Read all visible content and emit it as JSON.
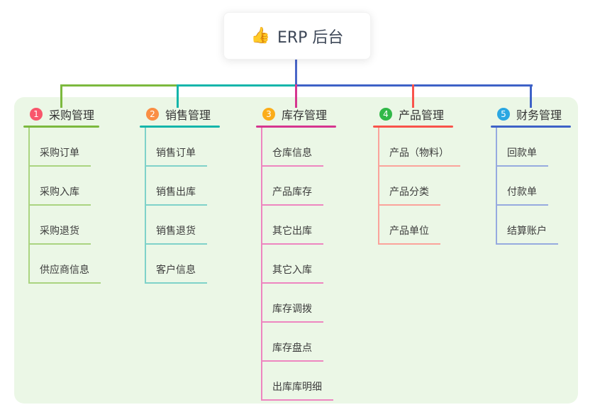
{
  "root": {
    "icon": "👍",
    "title": "ERP 后台"
  },
  "connector_color": "#4a66c8",
  "panel_bg": "#ebf7e6",
  "branches": [
    {
      "num": "1",
      "title": "采购管理",
      "colors": {
        "badge": "#f8566c",
        "main": "#7cb93e",
        "light": "#aad480"
      },
      "children": [
        "采购订单",
        "采购入库",
        "采购退货",
        "供应商信息"
      ]
    },
    {
      "num": "2",
      "title": "销售管理",
      "colors": {
        "badge": "#fa8e44",
        "main": "#13b5aa",
        "light": "#7fd2c9"
      },
      "children": [
        "销售订单",
        "销售出库",
        "销售退货",
        "客户信息"
      ]
    },
    {
      "num": "3",
      "title": "库存管理",
      "colors": {
        "badge": "#fbad1a",
        "main": "#d6368f",
        "light": "#ee86c0"
      },
      "children": [
        "仓库信息",
        "产品库存",
        "其它出库",
        "其它入库",
        "库存调拨",
        "库存盘点",
        "出库库明细"
      ]
    },
    {
      "num": "4",
      "title": "产品管理",
      "colors": {
        "badge": "#31b848",
        "main": "#f9544b",
        "light": "#fba39b"
      },
      "children": [
        "产品（物料）",
        "产品分类",
        "产品单位"
      ]
    },
    {
      "num": "5",
      "title": "财务管理",
      "colors": {
        "badge": "#2ba7e2",
        "main": "#3e62c7",
        "light": "#96aadf"
      },
      "children": [
        "回款单",
        "付款单",
        "结算账户"
      ]
    }
  ]
}
